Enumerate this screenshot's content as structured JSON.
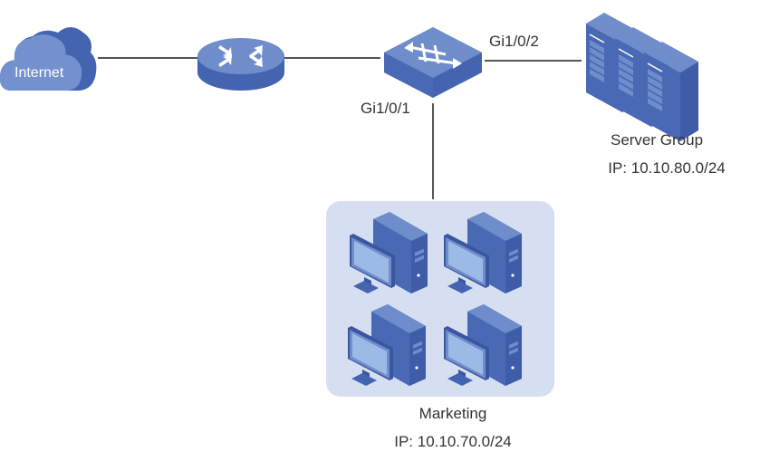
{
  "nodes": {
    "internet": {
      "label": "Internet",
      "icon": "cloud-icon"
    },
    "router": {
      "icon": "router-icon"
    },
    "switch": {
      "icon": "switch-icon"
    },
    "server_group": {
      "label": "Server Group",
      "ip": "IP: 10.10.80.0/24",
      "icon": "server-rack-icon"
    },
    "marketing": {
      "label": "Marketing",
      "ip": "IP: 10.10.70.0/24",
      "icon": "computer-icon",
      "computer_count": 4
    }
  },
  "ports": {
    "to_marketing": "Gi1/0/1",
    "to_servers": "Gi1/0/2"
  },
  "links": [
    {
      "from": "internet",
      "to": "router"
    },
    {
      "from": "router",
      "to": "switch"
    },
    {
      "from": "switch",
      "to": "server_group",
      "port": "Gi1/0/2"
    },
    {
      "from": "switch",
      "to": "marketing",
      "port": "Gi1/0/1"
    }
  ],
  "colors": {
    "device_top": "#6f8ccb",
    "device_side": "#4464b0",
    "device_dark": "#3a56a0",
    "screen": "#9cbae6",
    "group_bg": "#d6dff2",
    "link": "#555555",
    "text": "#333333"
  }
}
